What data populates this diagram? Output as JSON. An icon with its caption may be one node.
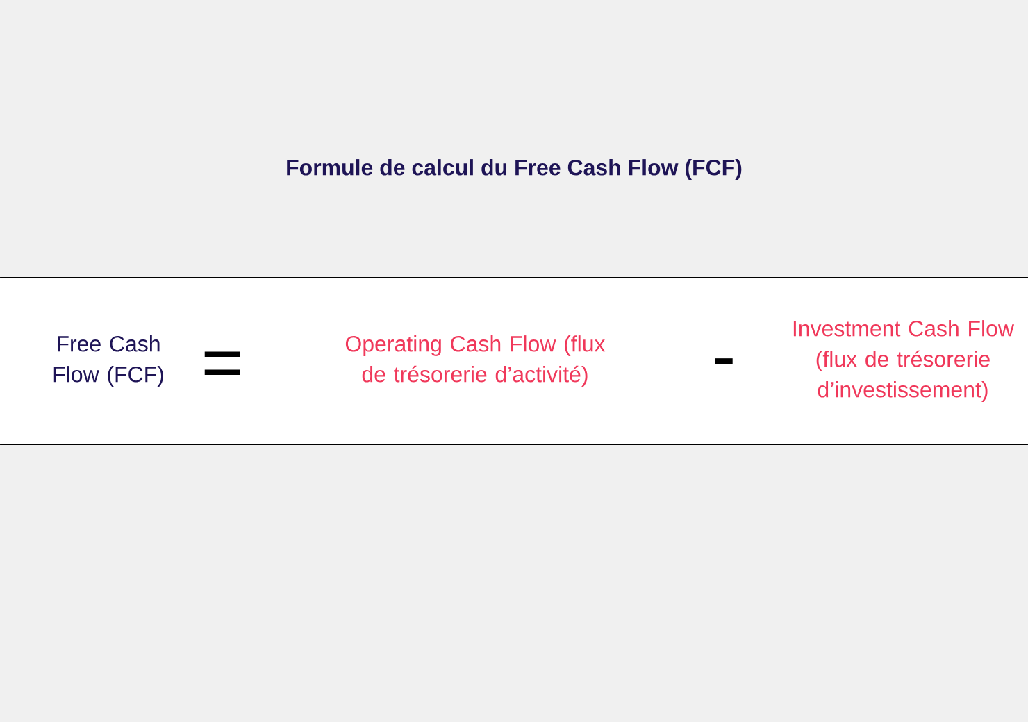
{
  "diagram": {
    "title": "Formule de calcul du Free Cash Flow (FCF)",
    "labels": [
      "Free Cash Flow (FCF)",
      "=",
      "Operating Cash Flow (flux de trésorerie d’activité)",
      "-",
      "Investment Cash Flow (flux de trésorerie d’investissement)"
    ]
  }
}
